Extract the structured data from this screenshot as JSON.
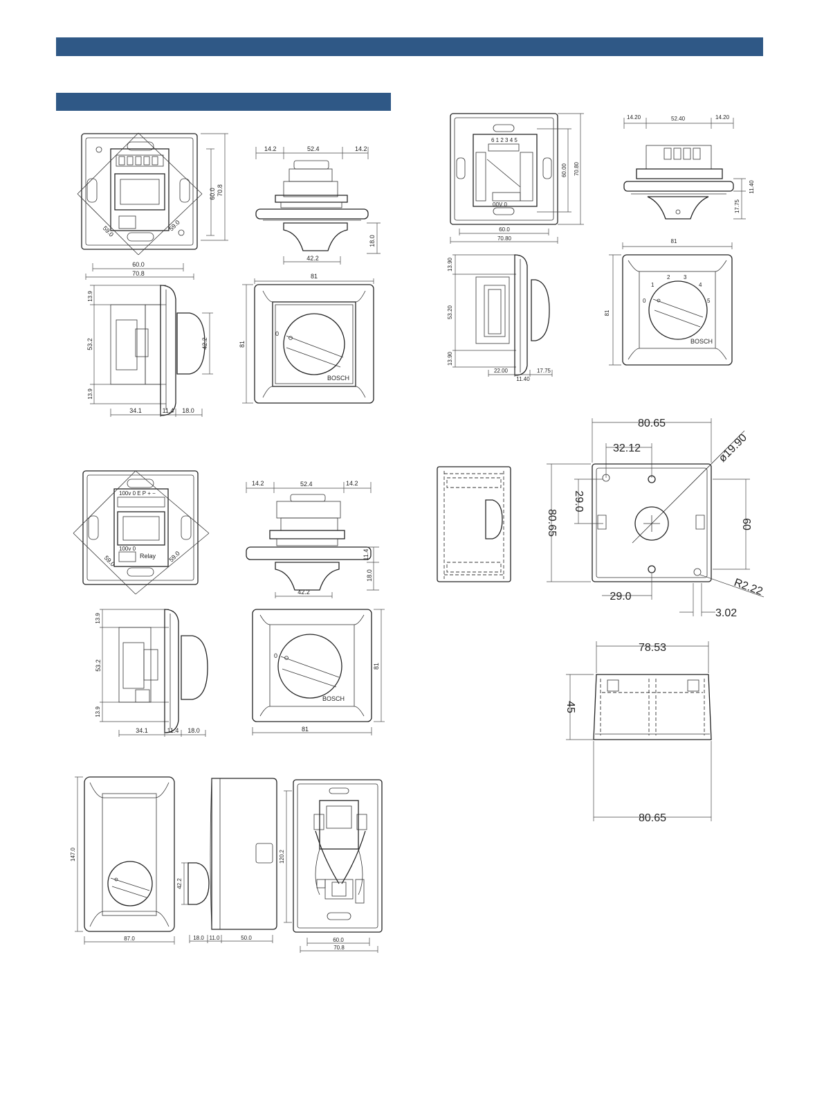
{
  "colors": {
    "header_band": "#2f5886",
    "line": "#222222"
  },
  "views": {
    "v1_front": {
      "h1": "60.0",
      "h2": "70.8",
      "d1": "59.0",
      "d2": "59.0",
      "w1": "60.0",
      "w2": "70.8"
    },
    "v1_top": {
      "a": "14.2",
      "b": "52.4",
      "c": "14.2",
      "depth": "18.0",
      "base": "42.2"
    },
    "v1_side": {
      "t1": "13.9",
      "mid": "53.2",
      "t2": "13.9",
      "knob": "42.2",
      "w1": "34.1",
      "w2": "11.4",
      "w3": "18.0"
    },
    "v1_plate": {
      "width": "81",
      "height": "81",
      "brand": "BOSCH",
      "zero": "0"
    },
    "v2_front": {
      "terminals": "100v 0   E   P   +   −",
      "terminal2": "100v 0",
      "relay": "Relay",
      "d1": "59.0",
      "d2": "59.0"
    },
    "v2_top": {
      "a": "14.2",
      "b": "52.4",
      "c": "14.2",
      "h1": "11.4",
      "depth": "18.0",
      "base": "42.2"
    },
    "v2_side": {
      "t1": "13.9",
      "mid": "53.2",
      "t2": "13.9",
      "w1": "34.1",
      "w2": "11.4",
      "w3": "18.0"
    },
    "v2_plate": {
      "height": "81",
      "width": "81",
      "brand": "BOSCH",
      "zero": "0"
    },
    "v3_front": {
      "height": "147.0",
      "width": "87.0"
    },
    "v3_side": {
      "knob": "42.2",
      "w1": "18.0",
      "w2": "11.0",
      "w3": "50.0"
    },
    "v3_back": {
      "height": "120.2",
      "w1": "60.0",
      "w2": "70.8"
    },
    "v4_front": {
      "terminals": "6  1  2  3  4  5",
      "terminal_bottom": "00V    0",
      "h1": "60.00",
      "h2": "70.80",
      "w1": "60.0",
      "w2": "70.80"
    },
    "v4_top": {
      "a": "14.20",
      "b": "52.40",
      "c": "14.20",
      "h1": "11.40",
      "depth": "17.75"
    },
    "v4_side": {
      "t1": "13.90",
      "mid": "53.20",
      "t2": "13.90",
      "w1": "22.00",
      "w2": "11.40",
      "w3": "17.75"
    },
    "v4_plate": {
      "width": "81",
      "height": "81",
      "brand": "BOSCH",
      "steps": [
        "0",
        "1",
        "2",
        "3",
        "4",
        "5"
      ]
    },
    "box_plan": {
      "width": "80.65",
      "offset": "32.12",
      "diameter": "ø19.90",
      "v_offset": "29.0",
      "height": "80.65",
      "holes": "60",
      "h_offset": "29.0",
      "radius": "R2.22",
      "wall": "3.02"
    },
    "box_elev": {
      "top_width": "78.53",
      "depth": "45",
      "bottom_width": "80.65"
    }
  }
}
